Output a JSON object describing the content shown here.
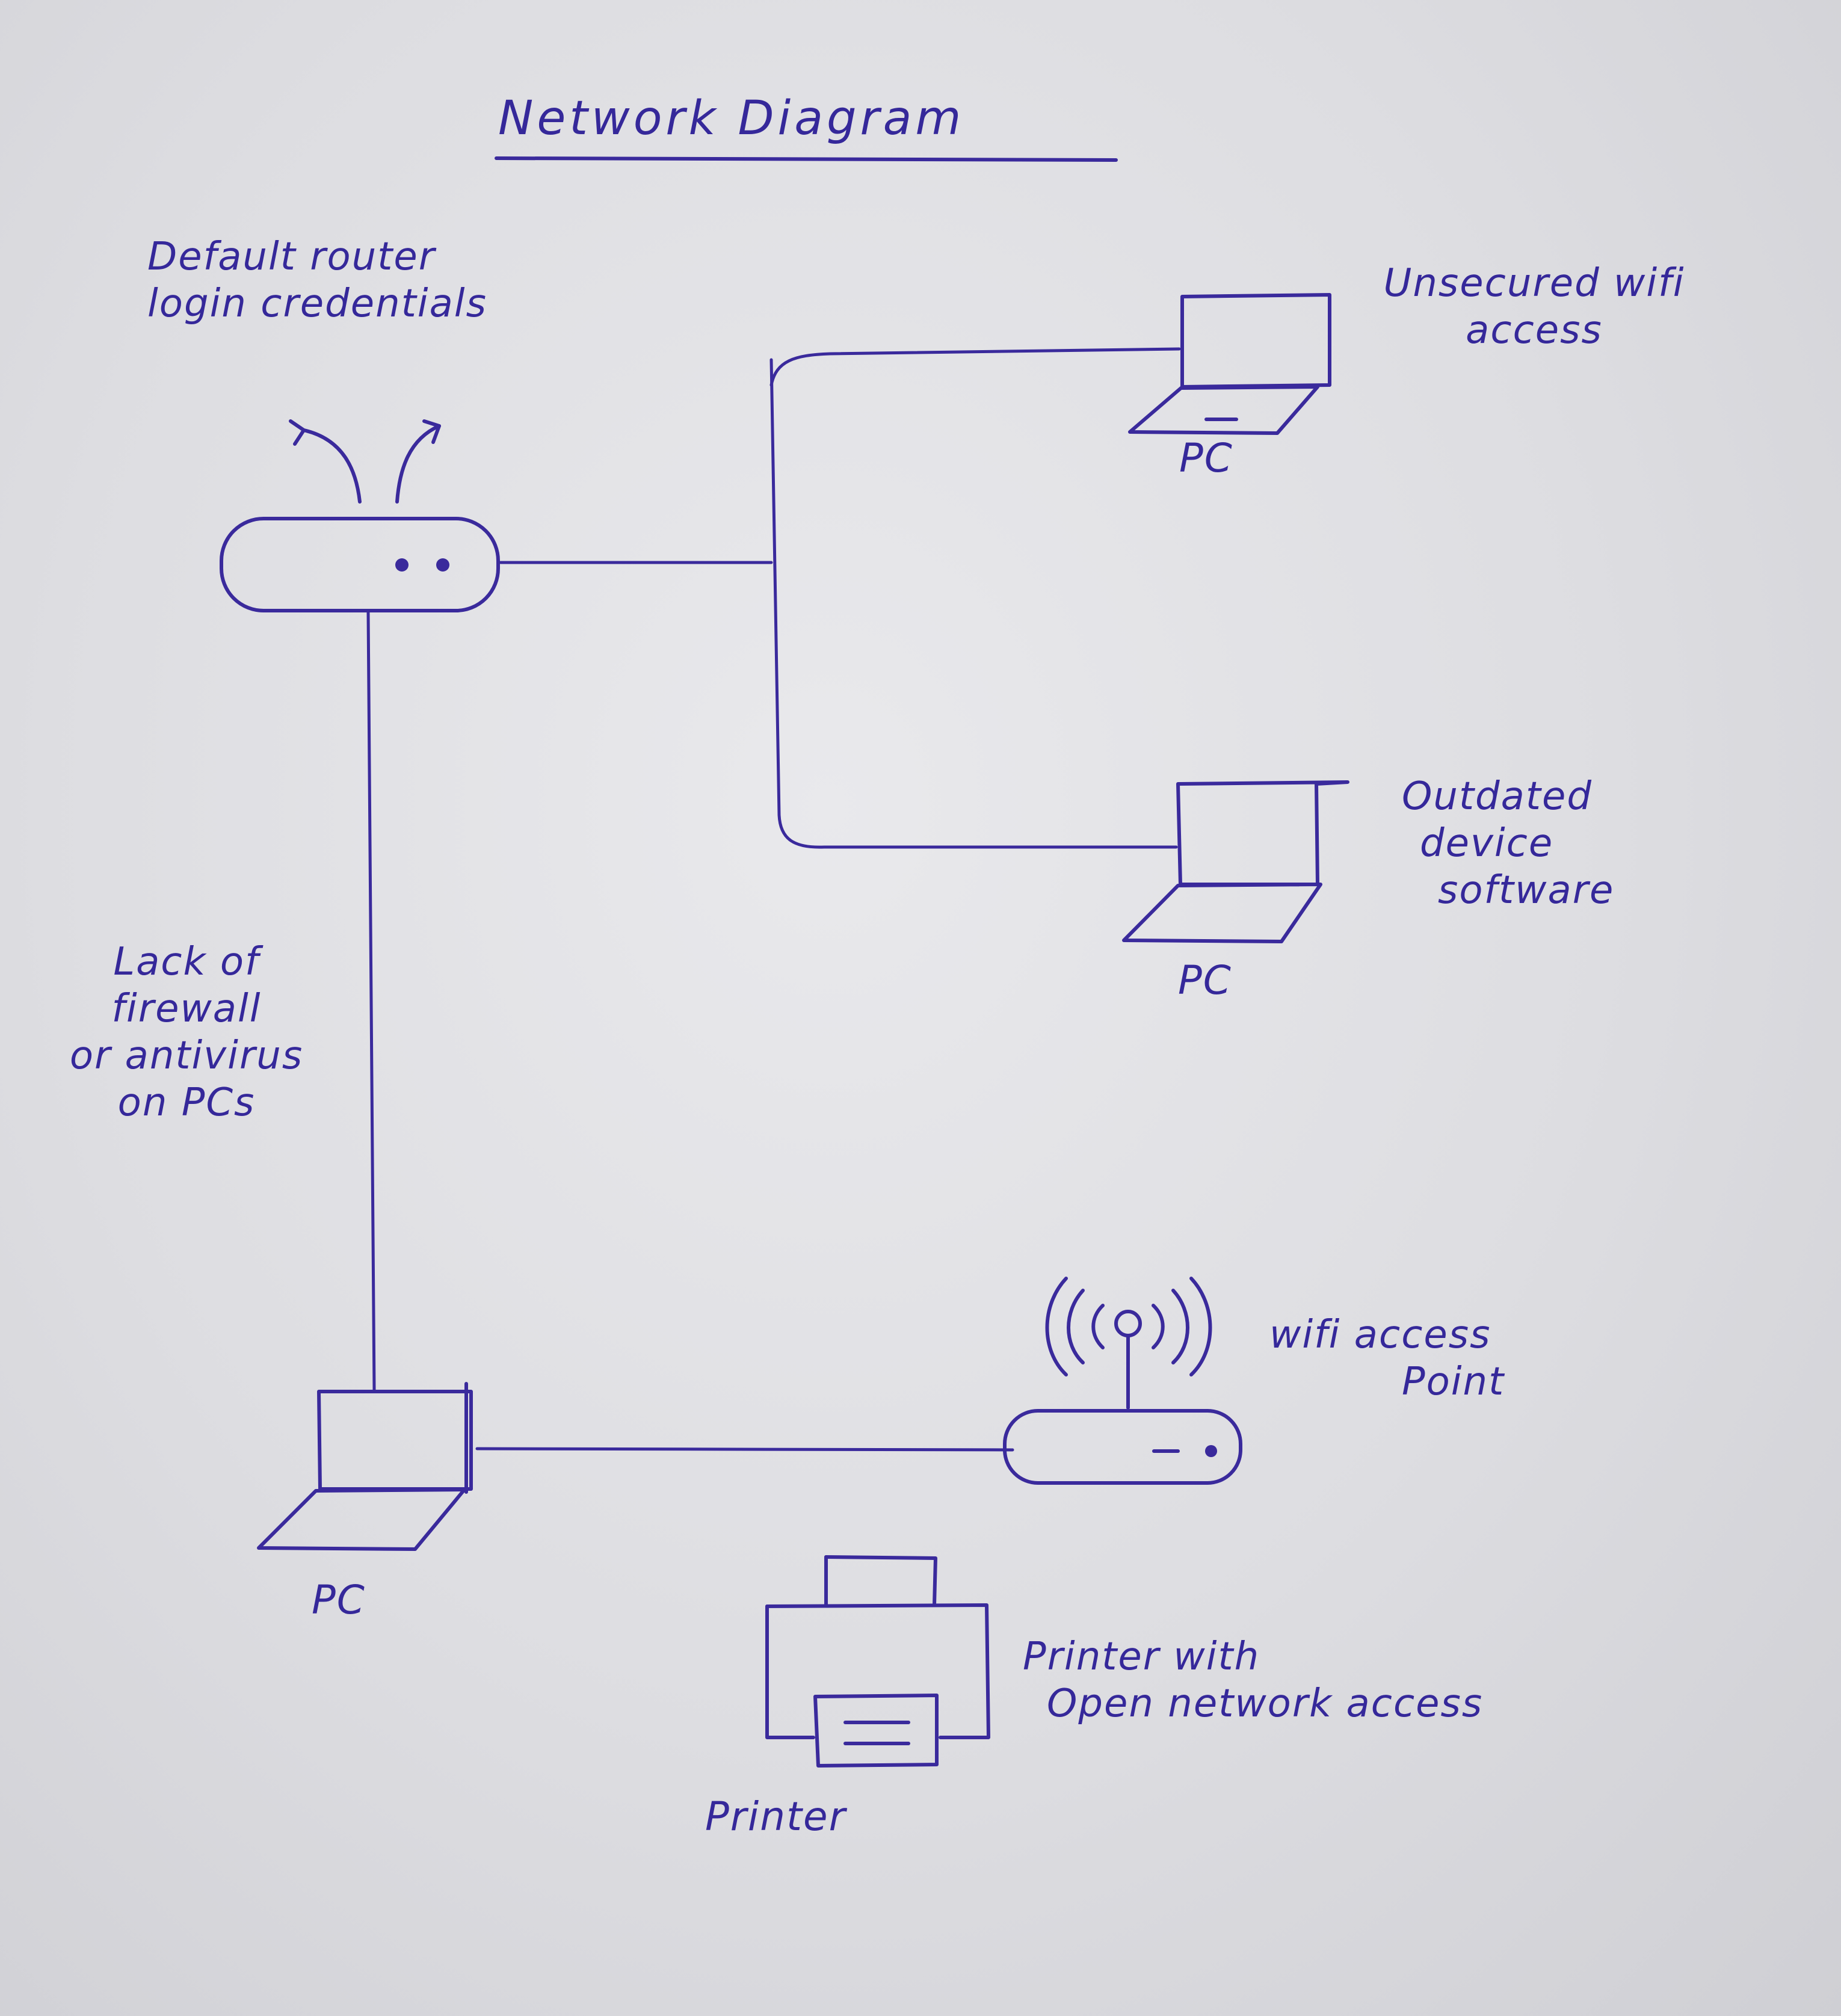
{
  "title": "Network Diagram",
  "notes": {
    "router": [
      "Default router",
      "login credentials"
    ],
    "top_pc": [
      "Unsecured wifi",
      "access"
    ],
    "middle_pc": [
      "Outdated",
      "device",
      "software"
    ],
    "left_line": [
      "Lack of",
      "firewall",
      "or antivirus",
      "on PCs"
    ],
    "access_point": [
      "wifi access",
      "Point"
    ],
    "printer": [
      "Printer with",
      "Open network access"
    ]
  },
  "labels": {
    "top_pc": "PC",
    "middle_pc": "PC",
    "bottom_pc": "PC",
    "printer": "Printer"
  },
  "colors": {
    "ink": "#3a2a9c",
    "paper": "#e3e3e6"
  }
}
